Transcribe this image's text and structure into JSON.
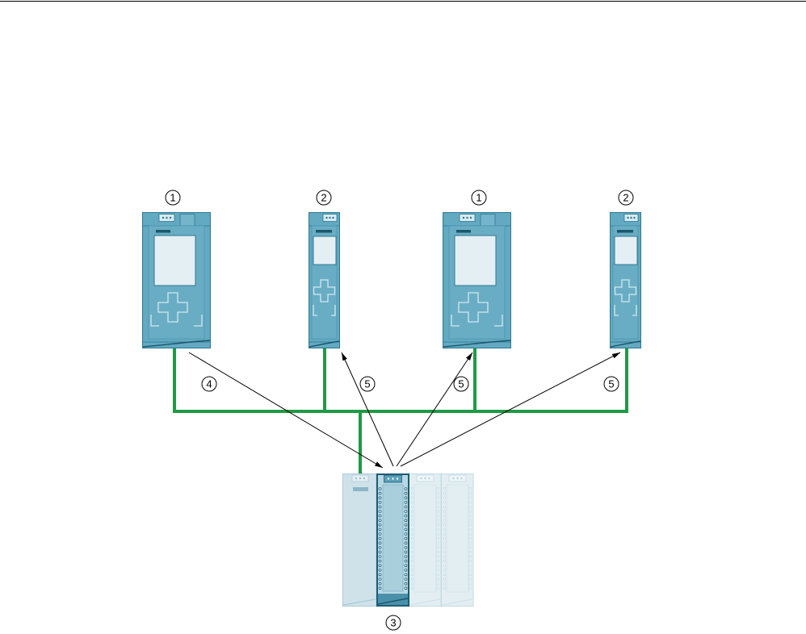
{
  "colors": {
    "network_line": "#1f9a45",
    "device_body": "#62a9c1",
    "device_outline": "#2f7891",
    "callout_ink": "#000000"
  },
  "callouts": {
    "cpu_left": "1",
    "module_left": "2",
    "cpu_right": "1",
    "module_right": "2",
    "io_station": "3",
    "arrow_cpu_to_io": "4",
    "arrow_io_to_module_left": "5",
    "arrow_io_to_cpu_right": "5",
    "arrow_io_to_module_right": "5"
  }
}
